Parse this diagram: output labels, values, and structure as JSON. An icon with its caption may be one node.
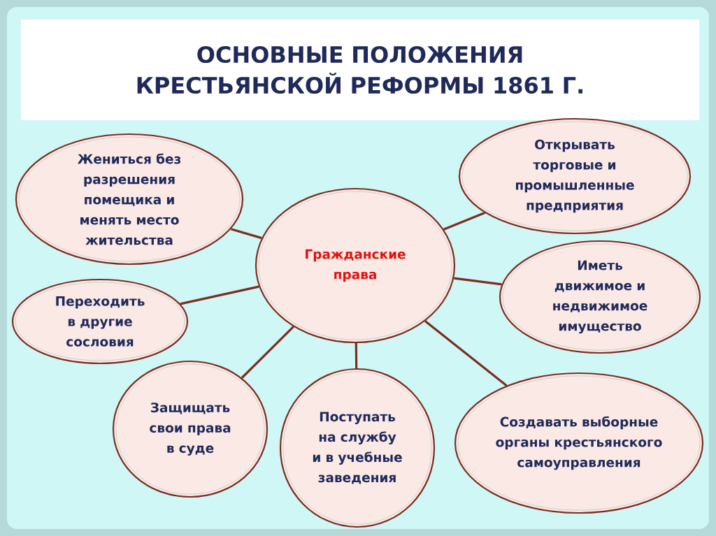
{
  "diagram": {
    "title": "ОСНОВНЫЕ ПОЛОЖЕНИЯ КРЕСТЬЯНСКОЙ РЕФОРМЫ 1861 Г.",
    "nodes": [
      {
        "text": [
          "Жениться без разрешения помещика и менять место жительства"
        ]
      },
      {
        "text": [
          "Открывать торговые и промышленные предприятия"
        ]
      },
      {
        "text": [
          "Гражданские права"
        ]
      },
      {
        "text": [
          "Переходить в другие сословия"
        ]
      },
      {
        "text": [
          "Иметь движимое и недвижимое имущество"
        ]
      },
      {
        "text": [
          "Защищать свои права в суде"
        ]
      },
      {
        "text": [
          "Поступать на службу и в учебные заведения"
        ]
      },
      {
        "text": [
          "Создавать выборные органы крестьянского самоуправления"
        ]
      }
    ],
    "edges": [
      {
        "from": 2,
        "to": 0,
        "arrow": "none"
      },
      {
        "from": 2,
        "to": 1,
        "arrow": "none"
      },
      {
        "from": 2,
        "to": 3,
        "arrow": "none"
      },
      {
        "from": 2,
        "to": 4,
        "arrow": "none"
      },
      {
        "from": 2,
        "to": 5,
        "arrow": "none"
      },
      {
        "from": 2,
        "to": 6,
        "arrow": "none"
      },
      {
        "from": 2,
        "to": 7,
        "arrow": "none"
      }
    ]
  }
}
